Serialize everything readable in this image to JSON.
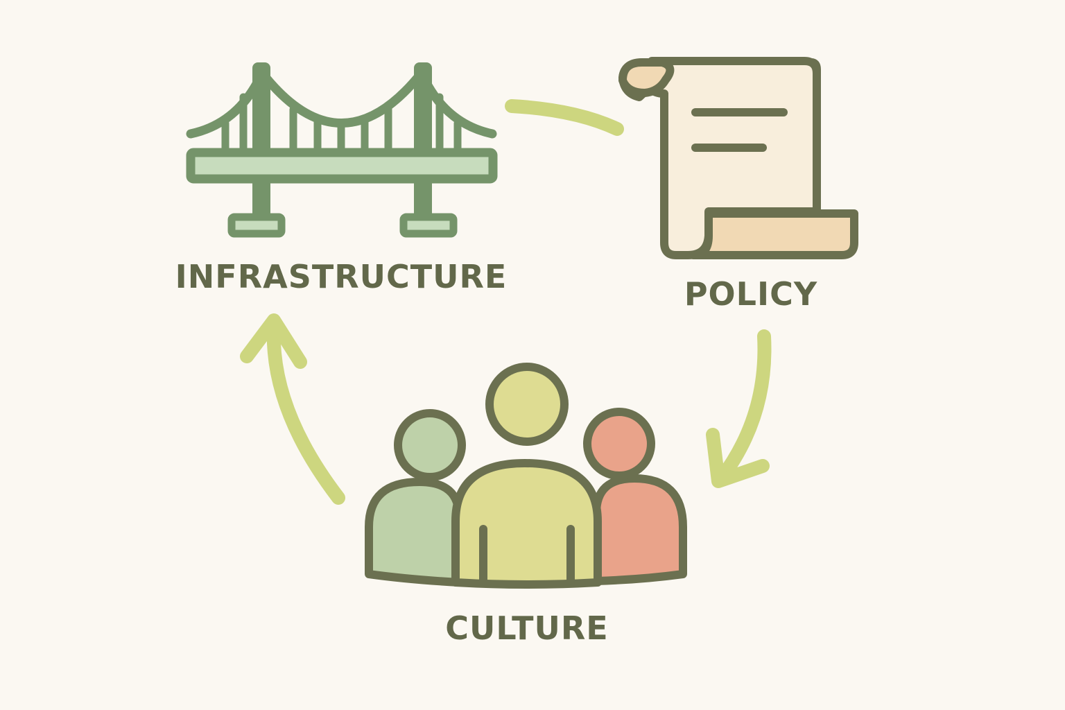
{
  "nodes": {
    "infrastructure": {
      "label": "INFRASTRUCTURE",
      "icon": "bridge-icon"
    },
    "policy": {
      "label": "POLICY",
      "icon": "scroll-icon"
    },
    "culture": {
      "label": "CULTURE",
      "icon": "people-group-icon"
    }
  },
  "flow": [
    "infrastructure",
    "policy",
    "culture",
    "infrastructure"
  ],
  "colors": {
    "background": "#fbf8f2",
    "outline": "#6b7050",
    "bridge": "#75946a",
    "bridge_deck": "#c7dcbd",
    "label": "#62684a",
    "arrow": "#cdd67f",
    "paper": "#f8eedc",
    "paper_curl": "#f1d9b4",
    "person_left": "#bed1a9",
    "person_center": "#dedc92",
    "person_right": "#e9a38a"
  }
}
